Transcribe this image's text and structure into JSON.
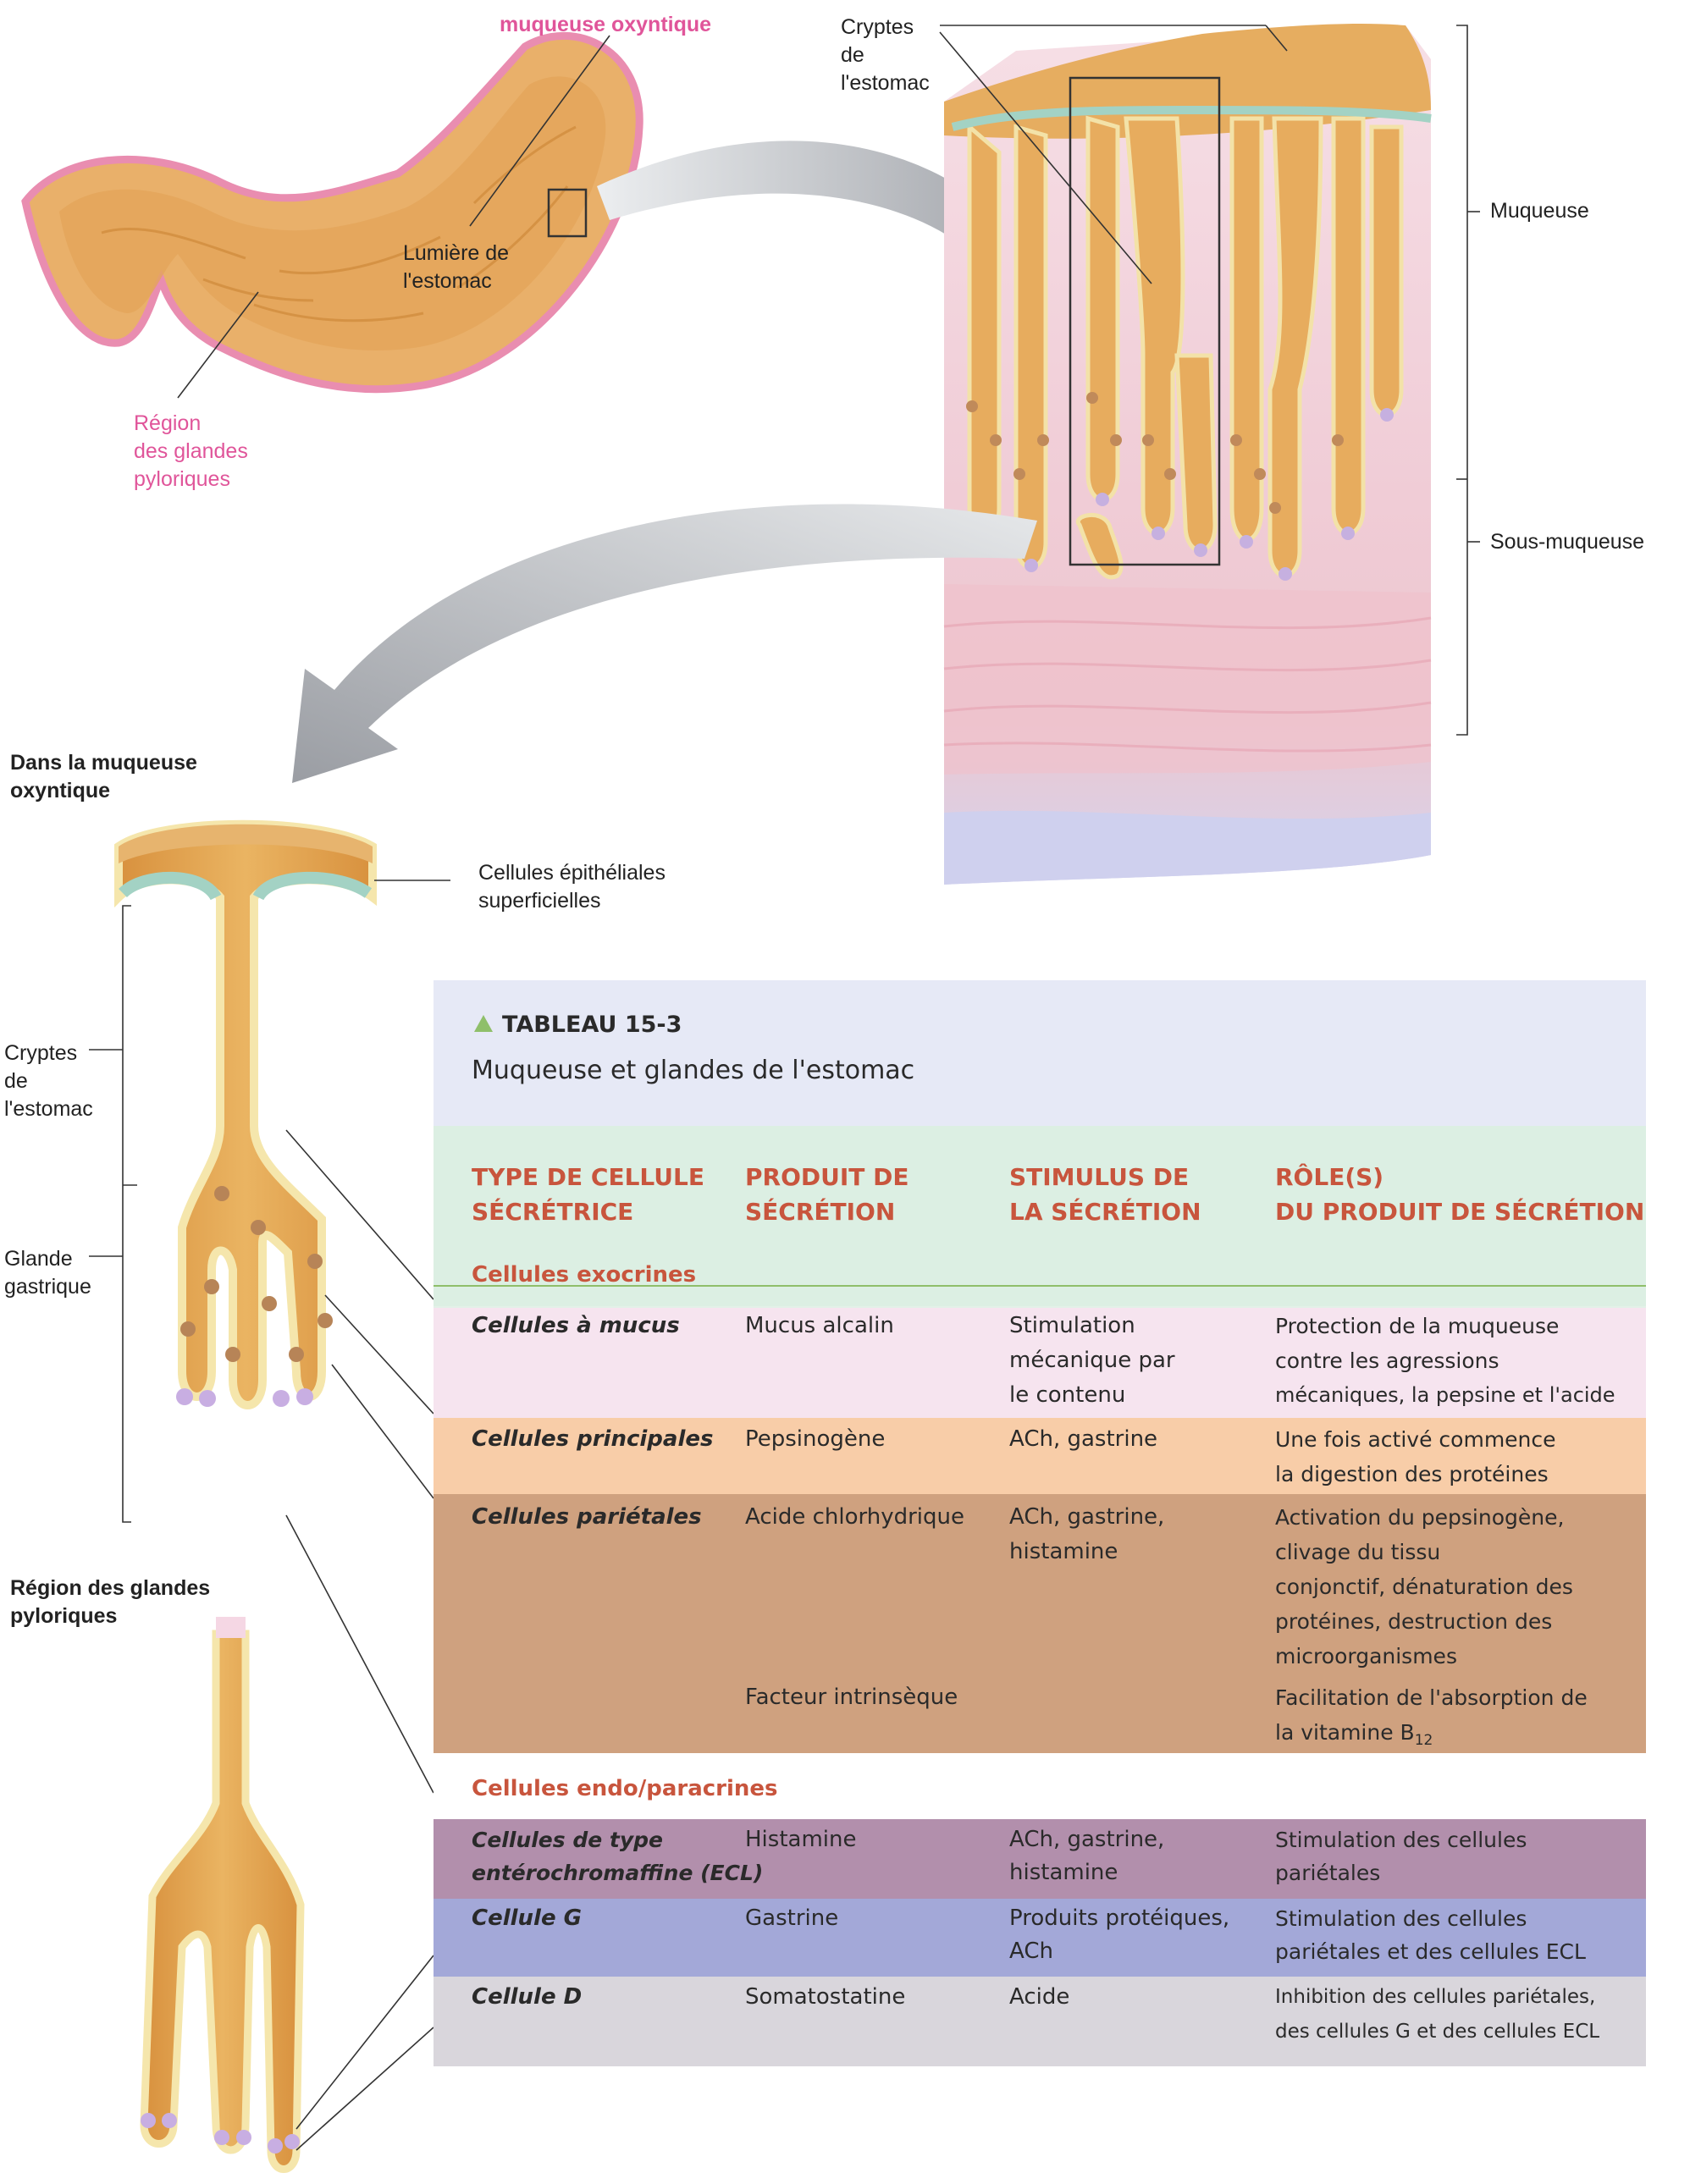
{
  "colors": {
    "tissue": "#e3a552",
    "tissue_dark": "#c98434",
    "mucosa_pink": "#f3d2dc",
    "arrow_gray": "#a9abb0",
    "label_pink": "#e0559a",
    "table_header_blue": "#e6e9f6",
    "table_colheader_green": "#dcefe3",
    "row_mucus": "#f6e4ef",
    "row_principal": "#f8cda8",
    "row_parietal": "#cfa17f",
    "row_ecl": "#b28fac",
    "row_g": "#a3a8d8",
    "row_d": "#d9d6dc",
    "header_text": "#c8553d"
  },
  "labels": {
    "muqueuse_oxyntique": "muqueuse oxyntique",
    "cryptes_top_1": "Cryptes",
    "cryptes_top_2": "de",
    "cryptes_top_3": "l'estomac",
    "lumiere_1": "Lumière de",
    "lumiere_2": "l'estomac",
    "region_pylorique_1": "Région",
    "region_pylorique_2": "des glandes",
    "region_pylorique_3": "pyloriques",
    "muqueuse": "Muqueuse",
    "sous_muqueuse": "Sous-muqueuse",
    "dans_muqueuse_1": "Dans la muqueuse",
    "dans_muqueuse_2": "oxyntique",
    "cellules_epi_1": "Cellules épithéliales",
    "cellules_epi_2": "superficielles",
    "cryptes_left_1": "Cryptes",
    "cryptes_left_2": "de",
    "cryptes_left_3": "l'estomac",
    "glande_1": "Glande",
    "glande_2": "gastrique",
    "region_glandes_1": "Région des glandes",
    "region_glandes_2": "pyloriques"
  },
  "table": {
    "marker_icon": "triangle-icon",
    "number": "TABLEAU 15-3",
    "title": "Muqueuse et glandes de l'estomac",
    "columns": [
      [
        "TYPE DE CELLULE",
        "SÉCRÉTRICE"
      ],
      [
        "PRODUIT DE",
        "SÉCRÉTION"
      ],
      [
        "STIMULUS DE",
        "LA SÉCRÉTION"
      ],
      [
        "RÔLE(S)",
        "DU PRODUIT DE SÉCRÉTION"
      ]
    ],
    "section_exocrine": "Cellules exocrines",
    "section_endo": "Cellules endo/paracrines",
    "rows": {
      "mucus": {
        "cell": "Cellules à mucus",
        "product": "Mucus alcalin",
        "stimulus": [
          "Stimulation",
          "mécanique par",
          "le contenu"
        ],
        "role": [
          "Protection de la muqueuse",
          "contre les agressions",
          "mécaniques, la pepsine et l'acide"
        ]
      },
      "principal": {
        "cell": "Cellules principales",
        "product": "Pepsinogène",
        "stimulus": [
          "ACh, gastrine"
        ],
        "role": [
          "Une fois activé commence",
          "la digestion des protéines"
        ]
      },
      "parietal": {
        "cell": "Cellules pariétales",
        "product": "Acide chlorhydrique",
        "stimulus": [
          "ACh, gastrine,",
          "histamine"
        ],
        "role": [
          "Activation du pepsinogène,",
          "clivage du tissu",
          "conjonctif, dénaturation des",
          "protéines, destruction des",
          "microorganismes"
        ],
        "product2": "Facteur intrinsèque",
        "role2_1": "Facilitation de l'absorption de",
        "role2_2": "la vitamine B",
        "role2_sub": "12"
      },
      "ecl": {
        "cell": [
          "Cellules de type",
          "entérochromaffine (ECL)"
        ],
        "product": "Histamine",
        "stimulus": [
          "ACh, gastrine,",
          "histamine"
        ],
        "role": [
          "Stimulation des cellules",
          "pariétales"
        ]
      },
      "g": {
        "cell": "Cellule G",
        "product": "Gastrine",
        "stimulus": [
          "Produits protéiques,",
          "ACh"
        ],
        "role": [
          "Stimulation des cellules",
          "pariétales et des cellules ECL"
        ]
      },
      "d": {
        "cell": "Cellule D",
        "product": "Somatostatine",
        "stimulus": [
          "Acide"
        ],
        "role": [
          "Inhibition des cellules pariétales,",
          "des cellules G et des cellules ECL"
        ]
      }
    }
  }
}
